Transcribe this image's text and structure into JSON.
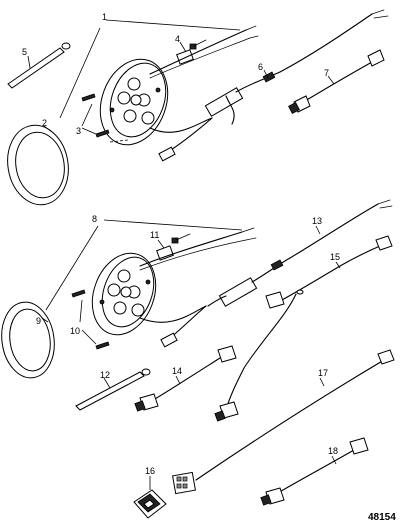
{
  "callouts": {
    "c1": "1",
    "c2": "2",
    "c3": "3",
    "c4": "4",
    "c5": "5",
    "c6": "6",
    "c7": "7",
    "c8": "8",
    "c9": "9",
    "c10": "10",
    "c11": "11",
    "c12": "12",
    "c13": "13",
    "c14": "14",
    "c15": "15",
    "c16": "16",
    "c17": "17",
    "c18": "18"
  },
  "figure_number": "48154"
}
